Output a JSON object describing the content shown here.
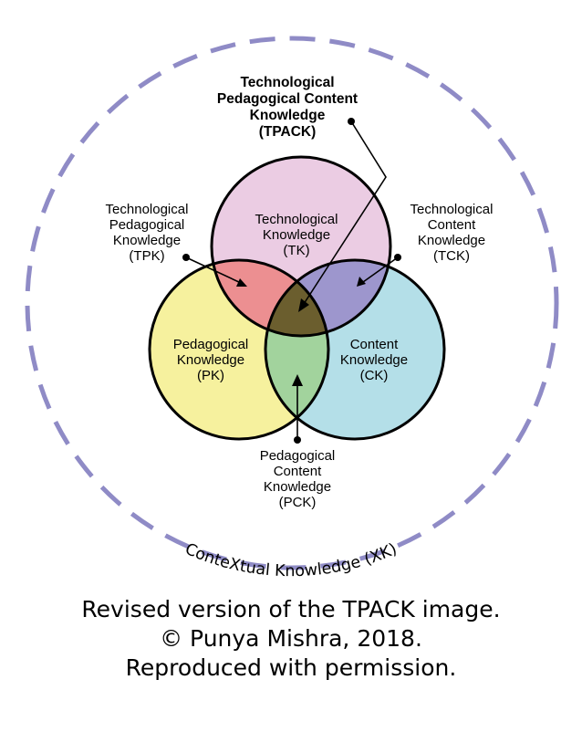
{
  "colors": {
    "dashed_ring": "#8f8bc6",
    "tk": "#ebcce3",
    "pk": "#f6f19e",
    "ck": "#b4dfe8",
    "tpk": "#ec8f91",
    "tck": "#9d96cd",
    "pck": "#a2d39d",
    "tpack": "#6b5e2e",
    "outline": "#000000"
  },
  "tpack_label": {
    "lines": [
      "Technological",
      "Pedagogical Content",
      "Knowledge",
      "(TPACK)"
    ]
  },
  "tpk_label": {
    "lines": [
      "Technological",
      "Pedagogical",
      "Knowledge",
      "(TPK)"
    ]
  },
  "tck_label": {
    "lines": [
      "Technological",
      "Content",
      "Knowledge",
      "(TCK)"
    ]
  },
  "tk_label": {
    "lines": [
      "Technological",
      "Knowledge",
      "(TK)"
    ]
  },
  "pk_label": {
    "lines": [
      "Pedagogical",
      "Knowledge",
      "(PK)"
    ]
  },
  "ck_label": {
    "lines": [
      "Content",
      "Knowledge",
      "(CK)"
    ]
  },
  "pck_label": {
    "lines": [
      "Pedagogical",
      "Content",
      "Knowledge",
      "(PCK)"
    ]
  },
  "context_label": "ConteXtual Knowledge (XK)",
  "caption": {
    "line1": "Revised version of the TPACK image.",
    "line2": "© Punya Mishra, 2018.",
    "line3": "Reproduced with permission."
  }
}
